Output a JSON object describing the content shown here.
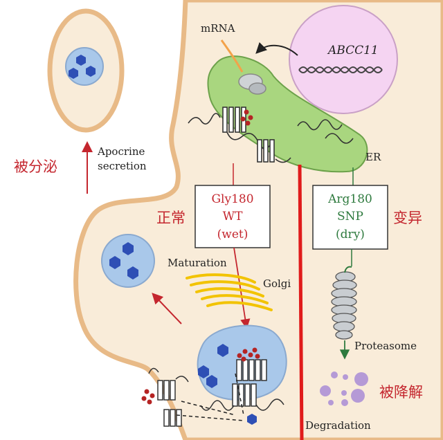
{
  "labels": {
    "mrna": "mRNA",
    "gene": "ABCC11",
    "er": "ER",
    "apocrine_line1": "Apocrine",
    "apocrine_line2": "secretion",
    "maturation": "Maturation",
    "golgi": "Golgi",
    "proteasome": "Proteasome",
    "degradation": "Degradation"
  },
  "chinese": {
    "secreted": "被分泌",
    "normal": "正常",
    "variant": "变异",
    "degraded": "被降解"
  },
  "box_wt": {
    "line1": "Gly180",
    "line2": "WT",
    "line3": "(wet)"
  },
  "box_snp": {
    "line1": "Arg180",
    "line2": "SNP",
    "line3": "(dry)"
  },
  "colors": {
    "cell_fill": "#f9ecd9",
    "cell_border": "#e8ba87",
    "nucleus_fill": "#f5d4f2",
    "er_fill": "#a9d67f",
    "vesicle_fill": "#a9c8ea",
    "hexagon": "#2e4fb5",
    "red_text": "#c4262e",
    "green_text": "#2e7a3e",
    "divider": "#e01b1b",
    "golgi": "#f2c300",
    "degradation_dots": "#b59ad6"
  }
}
